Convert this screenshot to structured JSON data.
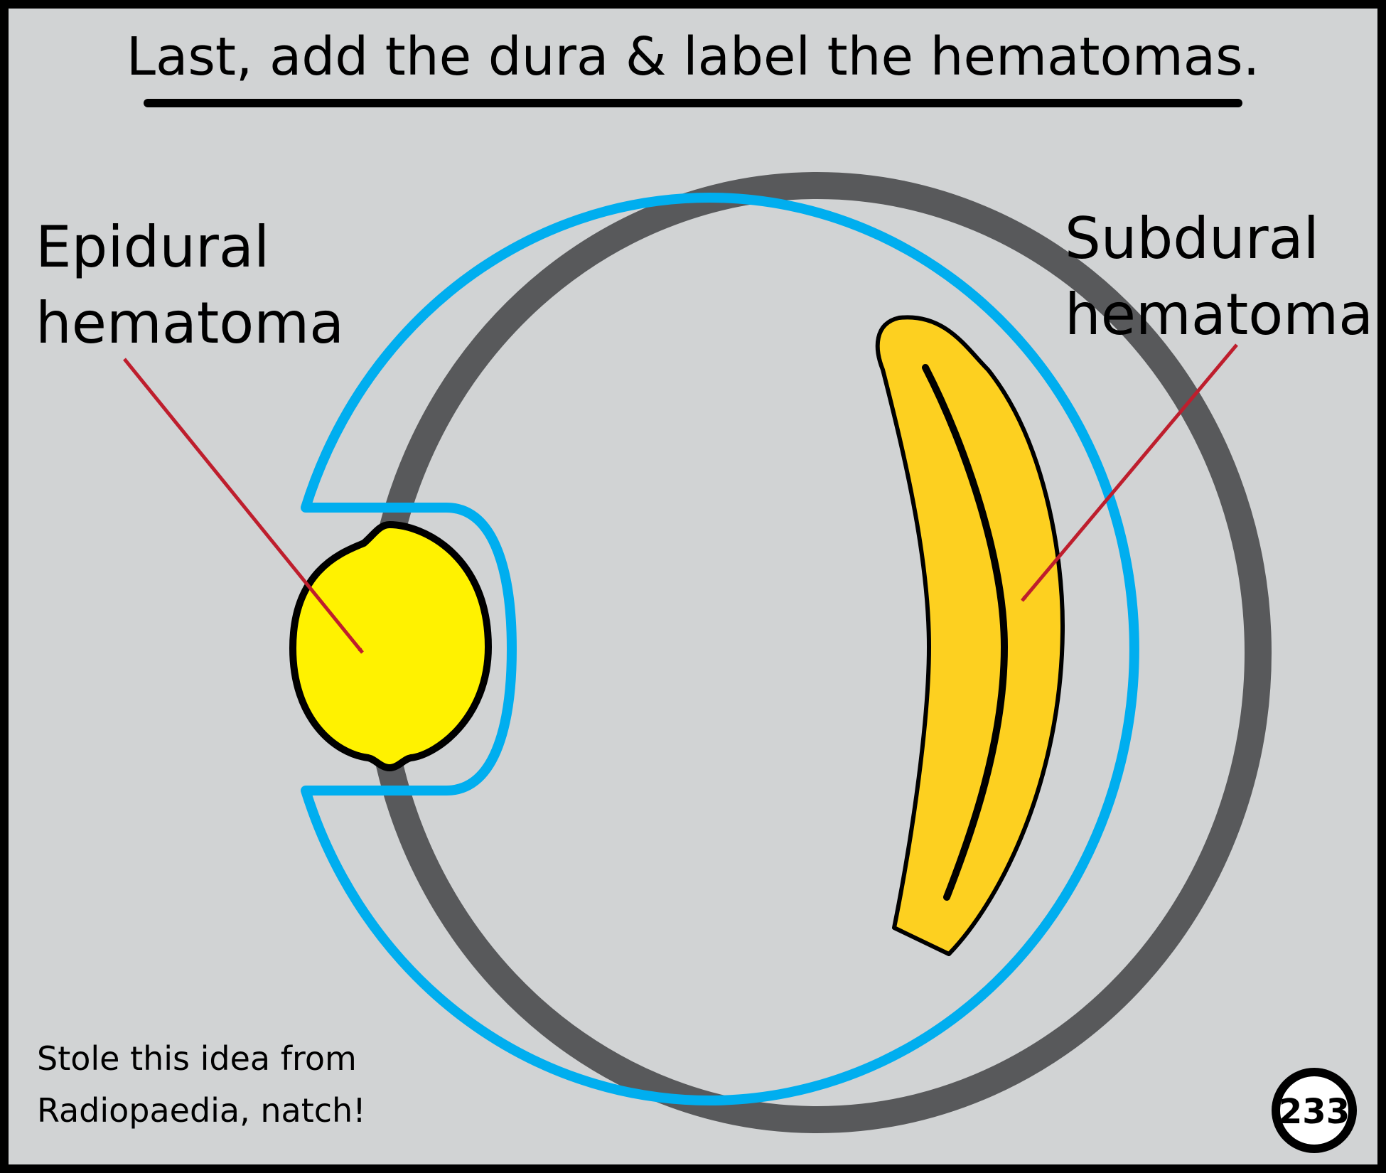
{
  "title": "Last, add the dura & label the hematomas.",
  "labels": {
    "epidural": [
      "Epidural",
      "hematoma"
    ],
    "subdural": [
      "Subdural",
      "hematoma"
    ]
  },
  "credit": [
    "Stole this idea from",
    "Radiopaedia, natch!"
  ],
  "page_number": "233",
  "colors": {
    "background": "#d1d3d4",
    "frame": "#000000",
    "skull": "#58595b",
    "dura": "#00aeef",
    "lemon": "#fff200",
    "banana": "#fdd020",
    "arrow": "#be1e2d"
  }
}
